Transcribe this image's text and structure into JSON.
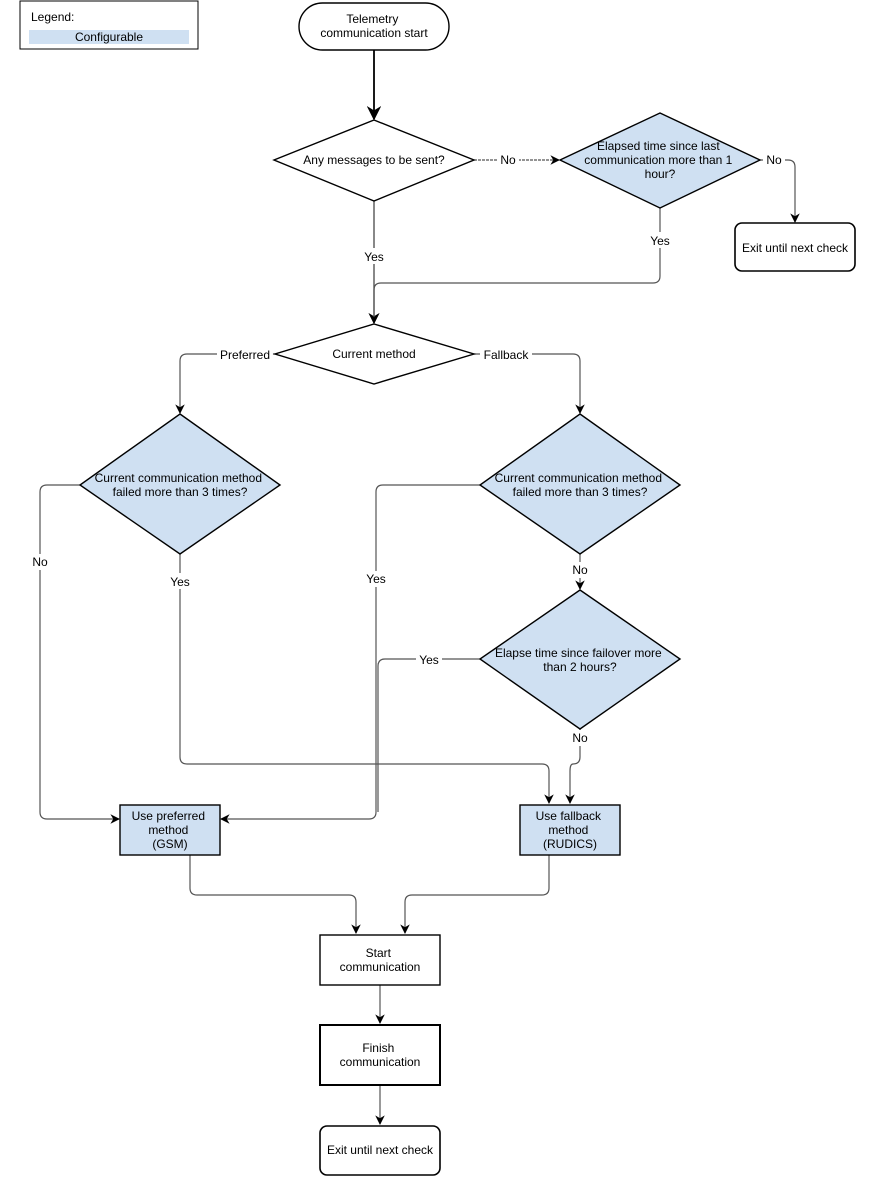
{
  "colors": {
    "configurable_fill": "#cfe0f2",
    "stroke": "#000000",
    "connector": "#555555",
    "background": "#ffffff"
  },
  "legend": {
    "title": "Legend:",
    "configurable_label": "Configurable"
  },
  "nodes": {
    "start": [
      "Telemetry",
      "communication start"
    ],
    "any_messages": [
      "Any messages to be sent?"
    ],
    "elapsed_last_comm": [
      "Elapsed time since last",
      "communication more than 1",
      "hour?"
    ],
    "exit_top": [
      "Exit until next check"
    ],
    "current_method": [
      "Current method"
    ],
    "preferred_failed": [
      "Current communication method",
      "failed more than 3 times?"
    ],
    "fallback_failed": [
      "Current communication method",
      "failed more than 3 times?"
    ],
    "elapse_failover": [
      "Elapse time since failover more",
      "than 2 hours?"
    ],
    "use_preferred": [
      "Use preferred",
      "method",
      "(GSM)"
    ],
    "use_fallback": [
      "Use fallback",
      "method",
      "(RUDICS)"
    ],
    "start_comm": [
      "Start",
      "communication"
    ],
    "finish_comm": [
      "Finish",
      "communication"
    ],
    "exit_bottom": [
      "Exit until next check"
    ]
  },
  "edges": {
    "any_no": "No",
    "elapsed_no": "No",
    "any_yes": "Yes",
    "elapsed_yes": "Yes",
    "method_preferred": "Preferred",
    "method_fallback": "Fallback",
    "pref_no": "No",
    "pref_yes": "Yes",
    "fall_yes": "Yes",
    "fall_no": "No",
    "failover_yes": "Yes",
    "failover_no": "No"
  }
}
